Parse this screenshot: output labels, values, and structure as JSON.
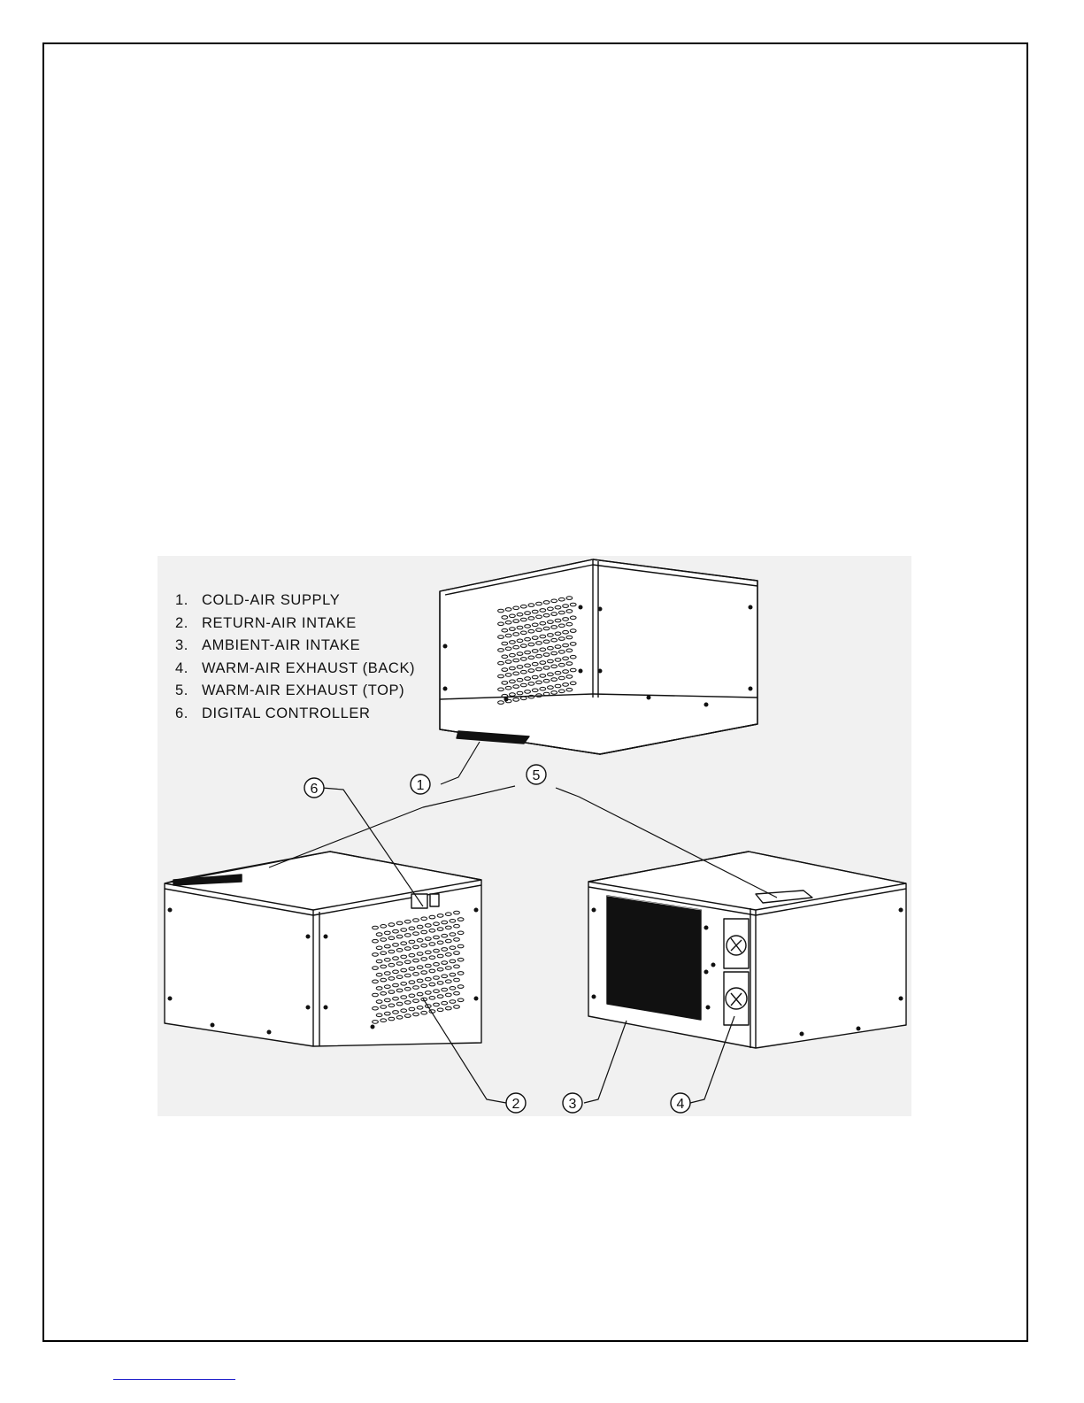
{
  "legend": {
    "items": [
      {
        "number": "1.",
        "label": "COLD-AIR SUPPLY"
      },
      {
        "number": "2.",
        "label": "RETURN-AIR INTAKE"
      },
      {
        "number": "3.",
        "label": "AMBIENT-AIR INTAKE"
      },
      {
        "number": "4.",
        "label": "WARM-AIR EXHAUST (BACK)"
      },
      {
        "number": "5.",
        "label": "WARM-AIR EXHAUST (TOP)"
      },
      {
        "number": "6.",
        "label": "DIGITAL CONTROLLER"
      }
    ]
  },
  "callouts": {
    "c1": "1",
    "c2": "2",
    "c3": "3",
    "c4": "4",
    "c5": "5",
    "c6": "6"
  },
  "colors": {
    "line": "#111111",
    "panel_background": "#f1f1f1",
    "page_background": "#ffffff",
    "link_rule": "#2222cc"
  }
}
